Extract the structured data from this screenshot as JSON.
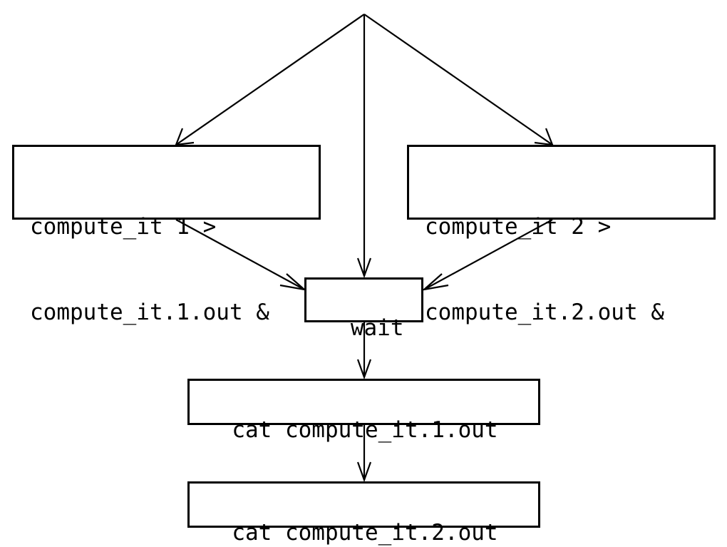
{
  "diagram": {
    "nodes": {
      "job1": {
        "lines": [
          "compute_it 1 >",
          "compute_it.1.out &"
        ]
      },
      "job2": {
        "lines": [
          "compute_it 2 >",
          "compute_it.2.out &"
        ]
      },
      "wait": {
        "label": "wait"
      },
      "cat1": {
        "label": "cat compute_it.1.out"
      },
      "cat2": {
        "label": "cat compute_it.2.out"
      }
    },
    "edges": [
      {
        "from": "start",
        "to": "job1"
      },
      {
        "from": "start",
        "to": "wait"
      },
      {
        "from": "start",
        "to": "job2"
      },
      {
        "from": "job1",
        "to": "wait"
      },
      {
        "from": "job2",
        "to": "wait"
      },
      {
        "from": "wait",
        "to": "cat1"
      },
      {
        "from": "cat1",
        "to": "cat2"
      }
    ],
    "colors": {
      "stroke": "#000000",
      "fill": "#ffffff"
    }
  }
}
